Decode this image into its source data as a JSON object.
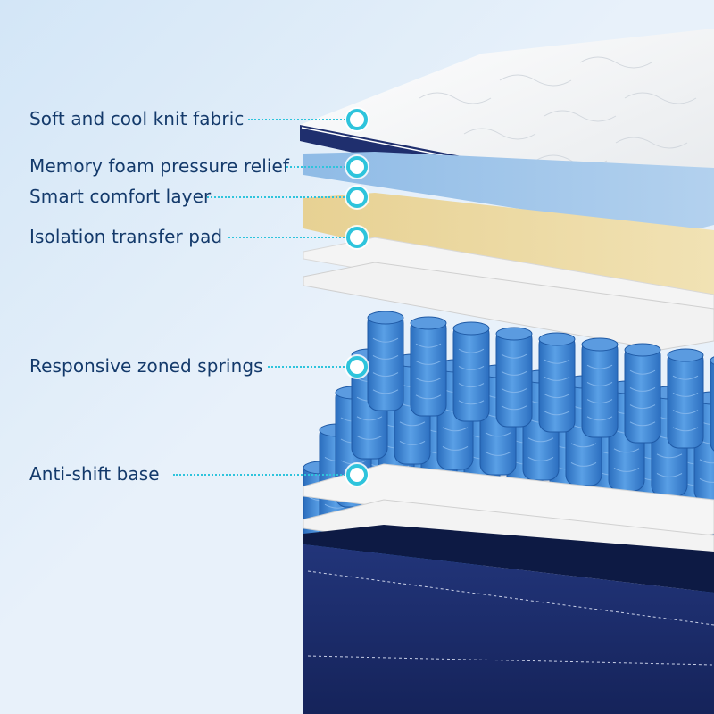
{
  "layers": [
    {
      "label": "Soft and cool knit fabric"
    },
    {
      "label": "Memory foam pressure relief"
    },
    {
      "label": "Smart comfort layer"
    },
    {
      "label": "Isolation transfer pad"
    },
    {
      "label": "Responsive zoned springs"
    },
    {
      "label": "Anti-shift base"
    }
  ],
  "colors": {
    "label_text": "#143a6b",
    "marker_accent": "#2ec4dc",
    "knit_fabric": "#f5f6f7",
    "memory_foam": "#9cc3e6",
    "comfort_layer": "#ecd9a3",
    "isolation_pad": "#f2f2f2",
    "spring_blue": "#3f86d6",
    "spring_white": "#d9dde2",
    "base_navy": "#1a2c6b"
  }
}
